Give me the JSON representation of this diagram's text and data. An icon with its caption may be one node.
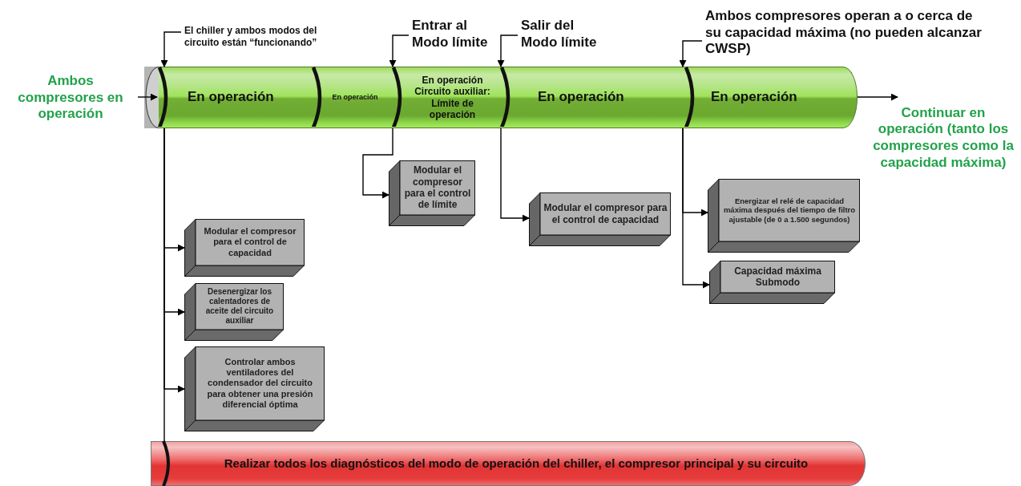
{
  "diagram": {
    "nodes": [
      {
        "text": [
          "Ambos compresores en operación"
        ]
      },
      {
        "text": [
          "El chiller y ambos modos del circuito están “funcionando”"
        ]
      },
      {
        "text": [
          "Entrar al Modo límite"
        ]
      },
      {
        "text": [
          "Salir del Modo límite"
        ]
      },
      {
        "text": [
          "Ambos compresores operan a o cerca de su capacidad máxima (no pueden alcanzar CWSP)"
        ]
      },
      {
        "text": [
          "En operación"
        ]
      },
      {
        "text": [
          "En operación"
        ]
      },
      {
        "text": [
          "En operación",
          "Circuito auxiliar: Límite de operación"
        ]
      },
      {
        "text": [
          "En operación"
        ]
      },
      {
        "text": [
          "En operación"
        ]
      },
      {
        "text": [
          "Continuar en operación (tanto los compresores como la capacidad máxima)"
        ]
      },
      {
        "text": [
          "Modular el compresor para el control de límite"
        ]
      },
      {
        "text": [
          "Modular el compresor para el control de capacidad"
        ]
      },
      {
        "text": [
          "Energizar el relé de capacidad máxima después del tiempo de filtro ajustable (de 0 a 1.500 segundos)"
        ]
      },
      {
        "text": [
          "Capacidad máxima Submodo"
        ]
      },
      {
        "text": [
          "Modular el compresor para el control de capacidad"
        ]
      },
      {
        "text": [
          "Desenergizar los calentadores de aceite del circuito auxiliar"
        ]
      },
      {
        "text": [
          "Controlar ambos ventiladores del condensador del circuito para obtener una presión diferencial óptima"
        ]
      },
      {
        "text": [
          "Realizar todos los diagnósticos del modo de operación del chiller, el compresor principal y su circuito"
        ]
      }
    ],
    "edges": [
      {
        "from": 0,
        "to": 5,
        "arrow": "to"
      },
      {
        "from": 1,
        "to": 5,
        "arrow": "to"
      },
      {
        "from": 2,
        "to": 7,
        "arrow": "to"
      },
      {
        "from": 3,
        "to": 8,
        "arrow": "to"
      },
      {
        "from": 4,
        "to": 9,
        "arrow": "to"
      },
      {
        "from": 9,
        "to": 10,
        "arrow": "to"
      },
      {
        "from": 5,
        "to": 15,
        "arrow": "to"
      },
      {
        "from": 5,
        "to": 16,
        "arrow": "to"
      },
      {
        "from": 5,
        "to": 17,
        "arrow": "to"
      },
      {
        "from": 5,
        "to": 18,
        "arrow": "none"
      },
      {
        "from": 7,
        "to": 11,
        "arrow": "to"
      },
      {
        "from": 8,
        "to": 12,
        "arrow": "to"
      },
      {
        "from": 9,
        "to": 13,
        "arrow": "to"
      },
      {
        "from": 9,
        "to": 14,
        "arrow": "to"
      }
    ]
  }
}
